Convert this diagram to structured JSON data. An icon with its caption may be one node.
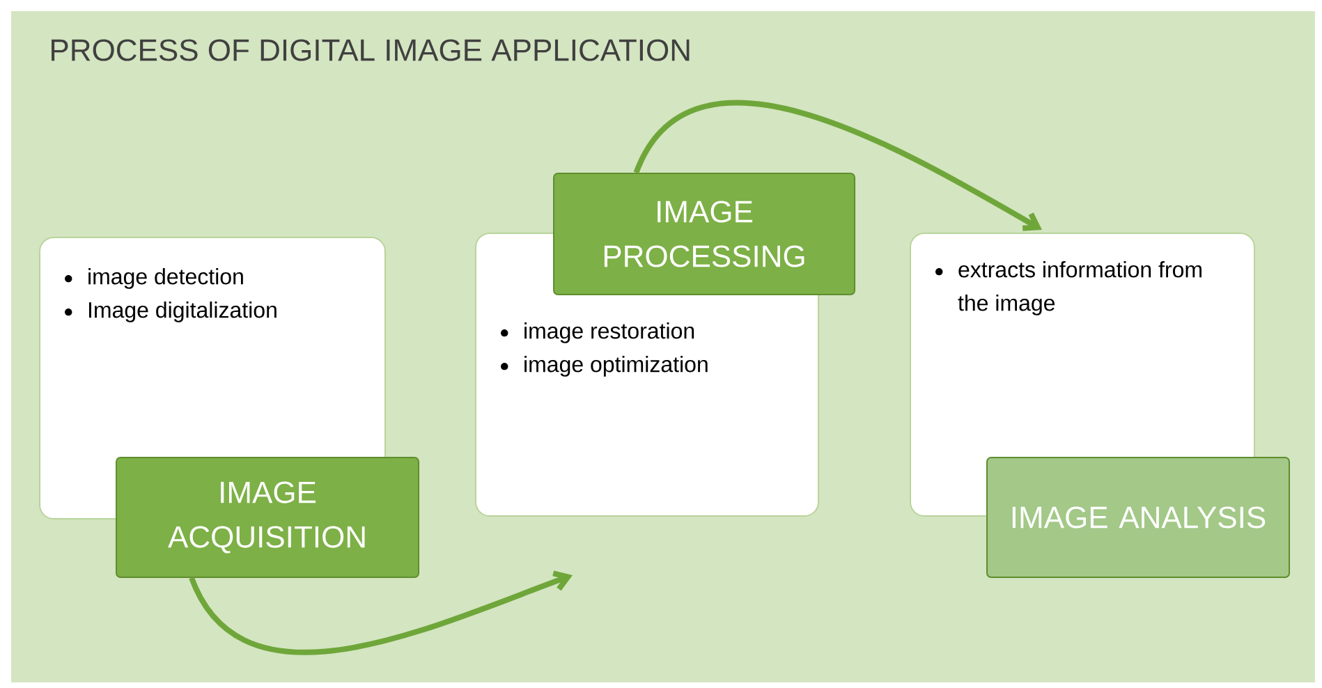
{
  "diagram": {
    "title": "PROCESS OF DIGITAL IMAGE APPLICATION",
    "nodes": [
      {
        "text": [
          "image detection",
          "Image digitalization"
        ]
      },
      {
        "text": [
          "IMAGE ACQUISITION"
        ]
      },
      {
        "text": [
          "image restoration",
          "image optimization"
        ]
      },
      {
        "text": [
          "IMAGE PROCESSING"
        ]
      },
      {
        "text": [
          "extracts information from the image"
        ]
      },
      {
        "text": [
          "IMAGE ANALYSIS"
        ]
      }
    ],
    "edges": [
      {
        "from": 1,
        "to": 2,
        "arrow": "to"
      },
      {
        "from": 3,
        "to": 4,
        "arrow": "to"
      }
    ]
  }
}
